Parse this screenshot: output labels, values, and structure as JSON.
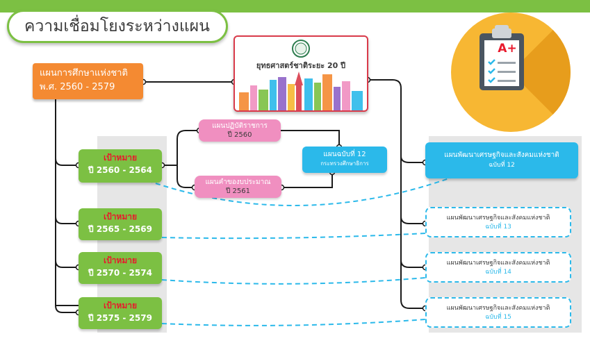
{
  "title": "ความเชื่อมโยงระหว่างแผน",
  "badge": {
    "label": "A+"
  },
  "national_education_plan": {
    "line1": "แผนการศึกษาแห่งชาติ",
    "line2": "พ.ศ. 2560 - 2579"
  },
  "strategy": {
    "label": "ยุทธศาสตร์ชาติระยะ 20 ปี"
  },
  "targets": [
    {
      "label": "เป้าหมาย",
      "years": "ปี 2560 - 2564"
    },
    {
      "label": "เป้าหมาย",
      "years": "ปี 2565 - 2569"
    },
    {
      "label": "เป้าหมาย",
      "years": "ปี 2570 - 2574"
    },
    {
      "label": "เป้าหมาย",
      "years": "ปี 2575 - 2579"
    }
  ],
  "admin_plan": {
    "label": "แผนปฏิบัติราชการ",
    "year": "ปี 2560"
  },
  "budget_plan": {
    "label": "แผนคำของบประมาณ",
    "year": "ปี 2561"
  },
  "plan12_moe": {
    "label": "แผนฉบับที่ 12",
    "sub": "กระทรวงศึกษาธิการ"
  },
  "nesdb": [
    {
      "label": "แผนพัฒนาเศรษฐกิจและสังคมแห่งชาติ",
      "edition": "ฉบับที่ 12"
    },
    {
      "label": "แผนพัฒนาเศรษฐกิจและสังคมแห่งชาติ",
      "edition": "ฉบับที่ 13"
    },
    {
      "label": "แผนพัฒนาเศรษฐกิจและสังคมแห่งชาติ",
      "edition": "ฉบับที่ 14"
    },
    {
      "label": "แผนพัฒนาเศรษฐกิจและสังคมแห่งชาติ",
      "edition": "ฉบับที่ 15"
    }
  ],
  "colors": {
    "green": "#7cc043",
    "orange": "#f48a32",
    "pink": "#f08fc0",
    "blue": "#2bb9ea",
    "red": "#e8192c",
    "yellow": "#f7b733"
  }
}
